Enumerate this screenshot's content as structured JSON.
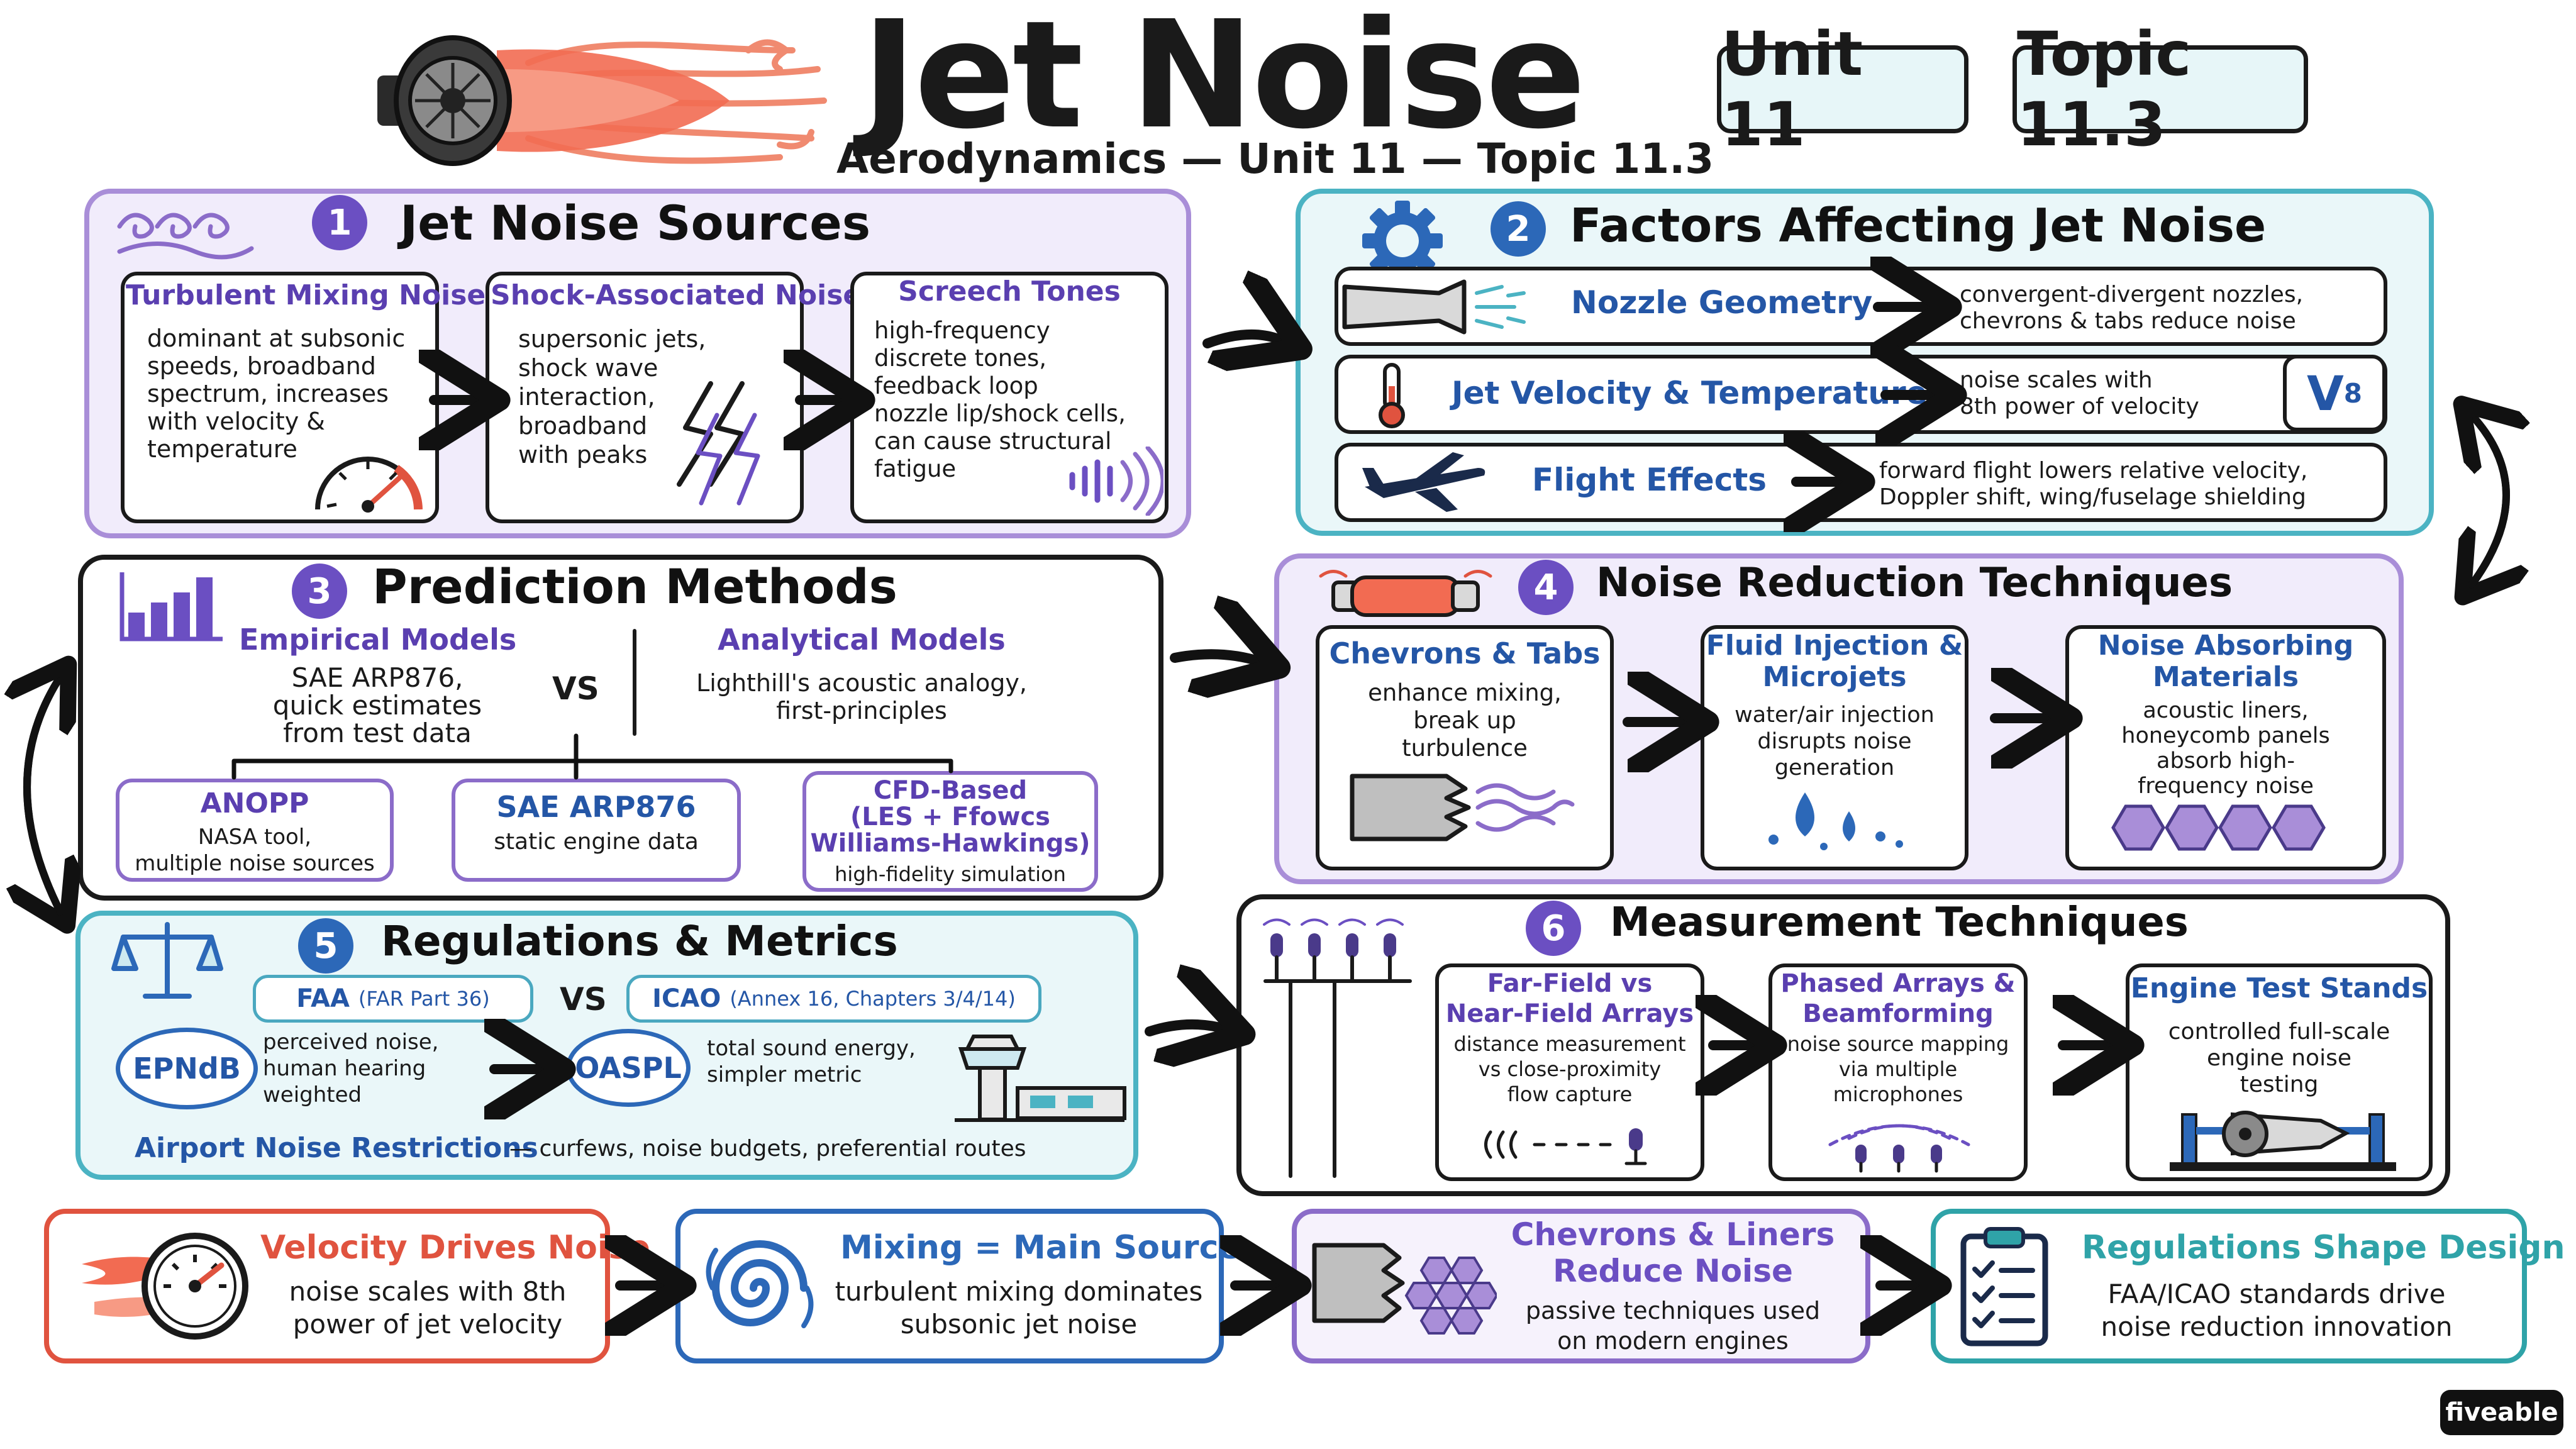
{
  "header": {
    "title": "Jet Noise",
    "subtitle": "Aerodynamics — Unit 11 — Topic 11.3",
    "badge_unit": "Unit 11",
    "badge_topic": "Topic 11.3"
  },
  "section1": {
    "number": "1",
    "title": "Jet Noise Sources",
    "cards": [
      {
        "title": "Turbulent Mixing Noise",
        "body": "dominant at subsonic\nspeeds, broadband\nspectrum, increases\nwith velocity &\ntemperature"
      },
      {
        "title": "Shock-Associated Noise",
        "body": "supersonic jets,\nshock wave\ninteraction,\nbroadband\nwith peaks"
      },
      {
        "title": "Screech Tones",
        "body": "high-frequency\ndiscrete tones,\nfeedback loop\nnozzle lip/shock cells,\ncan cause structural\nfatigue"
      }
    ]
  },
  "section2": {
    "number": "2",
    "title": "Factors Affecting Jet Noise",
    "rows": [
      {
        "label": "Nozzle Geometry",
        "desc": "convergent-divergent nozzles,\nchevrons & tabs reduce noise"
      },
      {
        "label": "Jet Velocity & Temperature",
        "desc": "noise scales with\n8th power of velocity"
      },
      {
        "label": "Flight Effects",
        "desc": "forward flight lowers relative velocity,\nDoppler shift, wing/fuselage shielding"
      }
    ],
    "v8_base": "V",
    "v8_exp": "8"
  },
  "section3": {
    "number": "3",
    "title": "Prediction Methods",
    "empirical_title": "Empirical Models",
    "empirical_body": "SAE ARP876,\nquick estimates\nfrom test data",
    "vs": "VS",
    "analytical_title": "Analytical Models",
    "analytical_body": "Lighthill's acoustic analogy,\nfirst-principles",
    "subs": [
      {
        "title": "ANOPP",
        "body": "NASA tool,\nmultiple noise sources"
      },
      {
        "title": "SAE ARP876",
        "body": "static engine data"
      },
      {
        "title": "CFD-Based\n(LES + Ffowcs\nWilliams-Hawkings)",
        "body": "high-fidelity simulation"
      }
    ]
  },
  "section4": {
    "number": "4",
    "title": "Noise Reduction Techniques",
    "cards": [
      {
        "title": "Chevrons & Tabs",
        "body": "enhance mixing,\nbreak up\nturbulence"
      },
      {
        "title": "Fluid Injection &\nMicrojets",
        "body": "water/air injection\ndisrupts noise\ngeneration"
      },
      {
        "title": "Noise Absorbing\nMaterials",
        "body": "acoustic liners,\nhoneycomb panels\nabsorb high-\nfrequency noise"
      }
    ]
  },
  "section5": {
    "number": "5",
    "title": "Regulations & Metrics",
    "faa": "FAA",
    "faa_note": "(FAR Part 36)",
    "vs": "VS",
    "icao": "ICAO",
    "icao_note": "(Annex 16, Chapters 3/4/14)",
    "epndb": "EPNdB",
    "epndb_desc": "perceived noise,\nhuman hearing\nweighted",
    "oaspl": "OASPL",
    "oaspl_desc": "total sound energy,\nsimpler metric",
    "airport_label": "Airport Noise Restrictions",
    "airport_desc": "— curfews, noise budgets, preferential routes"
  },
  "section6": {
    "number": "6",
    "title": "Measurement Techniques",
    "cards": [
      {
        "title": "Far-Field vs\nNear-Field Arrays",
        "body": "distance measurement\nvs close-proximity\nflow capture"
      },
      {
        "title": "Phased Arrays &\nBeamforming",
        "body": "noise source mapping\nvia multiple\nmicrophones"
      },
      {
        "title": "Engine Test Stands",
        "body": "controlled full-scale\nengine noise\ntesting"
      }
    ]
  },
  "summary": [
    {
      "title": "Velocity Drives Noise",
      "body": "noise scales with 8th\npower of jet velocity",
      "color": "#e0533f"
    },
    {
      "title": "Mixing = Main Source",
      "body": "turbulent mixing dominates\nsubsonic jet noise",
      "color": "#2c68b8"
    },
    {
      "title": "Chevrons & Liners\nReduce Noise",
      "body": "passive techniques used\non modern engines",
      "color": "#8b6cc9"
    },
    {
      "title": "Regulations Shape Design",
      "body": "FAA/ICAO standards drive\nnoise reduction innovation",
      "color": "#2fa3a8"
    }
  ],
  "brand": "fiveable",
  "colors": {
    "purple": "#6b4fc2",
    "blue": "#2c68b8",
    "teal": "#4bb3c3",
    "orange": "#e0533f",
    "lavender": "#a98ed8"
  }
}
